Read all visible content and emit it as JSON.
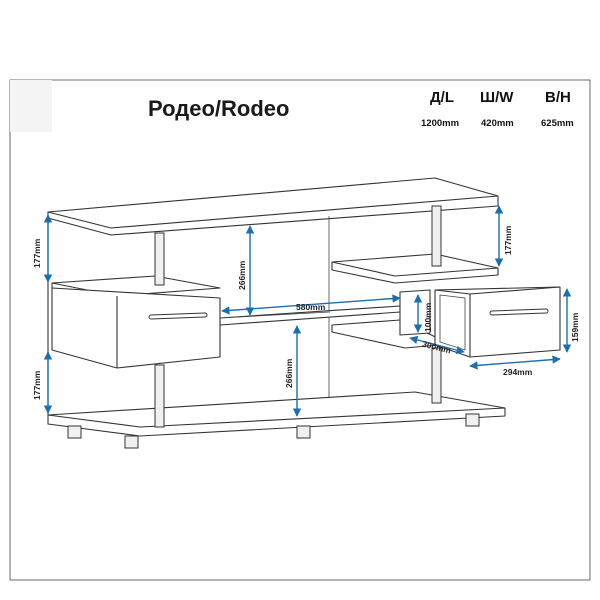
{
  "title": "Родео/Rodeo",
  "specs": {
    "length": {
      "header": "Д/L",
      "value": "1200mm"
    },
    "width": {
      "header": "Ш/W",
      "value": "420mm"
    },
    "height": {
      "header": "В/Н",
      "value": "625mm"
    }
  },
  "dimensions": {
    "left_upper": "177mm",
    "left_lower": "177mm",
    "center_upper": "266mm",
    "center_lower": "266mm",
    "middle_shelf": "580mm",
    "right_upper": "177mm",
    "drawer_gap": "100mm",
    "drawer_depth": "300mm",
    "drawer_width": "294mm",
    "drawer_height": "159mm"
  },
  "colors": {
    "dimension": "#1a6fb0",
    "outline": "#333333"
  }
}
